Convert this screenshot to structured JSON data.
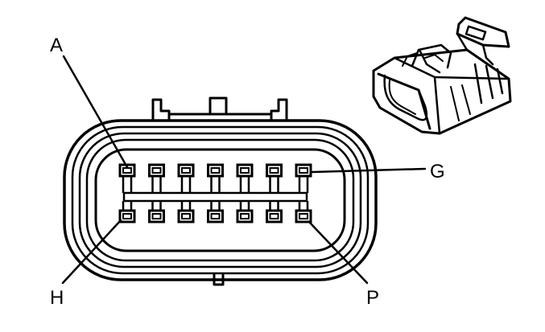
{
  "labels": {
    "top_left": "A",
    "top_right": "G",
    "bottom_left": "H",
    "bottom_right": "P"
  },
  "connector": {
    "rows": 2,
    "pins_per_row": 7
  }
}
